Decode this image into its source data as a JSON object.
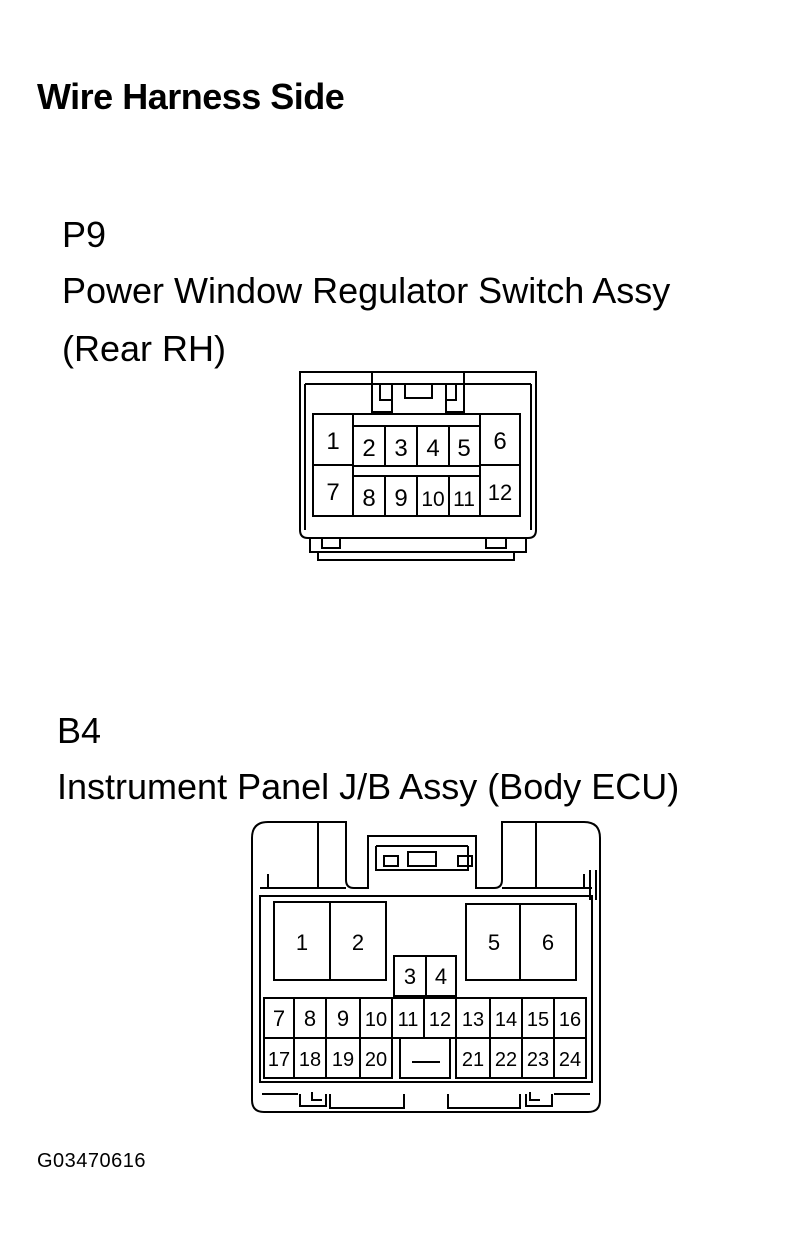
{
  "heading": "Wire Harness Side",
  "connectors": [
    {
      "code": "P9",
      "name_line1": "Power Window Regulator Switch Assy",
      "name_line2": "(Rear RH)",
      "pins": [
        "1",
        "2",
        "3",
        "4",
        "5",
        "6",
        "7",
        "8",
        "9",
        "10",
        "11",
        "12"
      ]
    },
    {
      "code": "B4",
      "name_line1": "Instrument Panel J/B Assy (Body ECU)",
      "pins": [
        "1",
        "2",
        "3",
        "4",
        "5",
        "6",
        "7",
        "8",
        "9",
        "10",
        "11",
        "12",
        "13",
        "14",
        "15",
        "16",
        "17",
        "18",
        "19",
        "20",
        "21",
        "22",
        "23",
        "24"
      ]
    }
  ],
  "figure_id": "G03470616"
}
